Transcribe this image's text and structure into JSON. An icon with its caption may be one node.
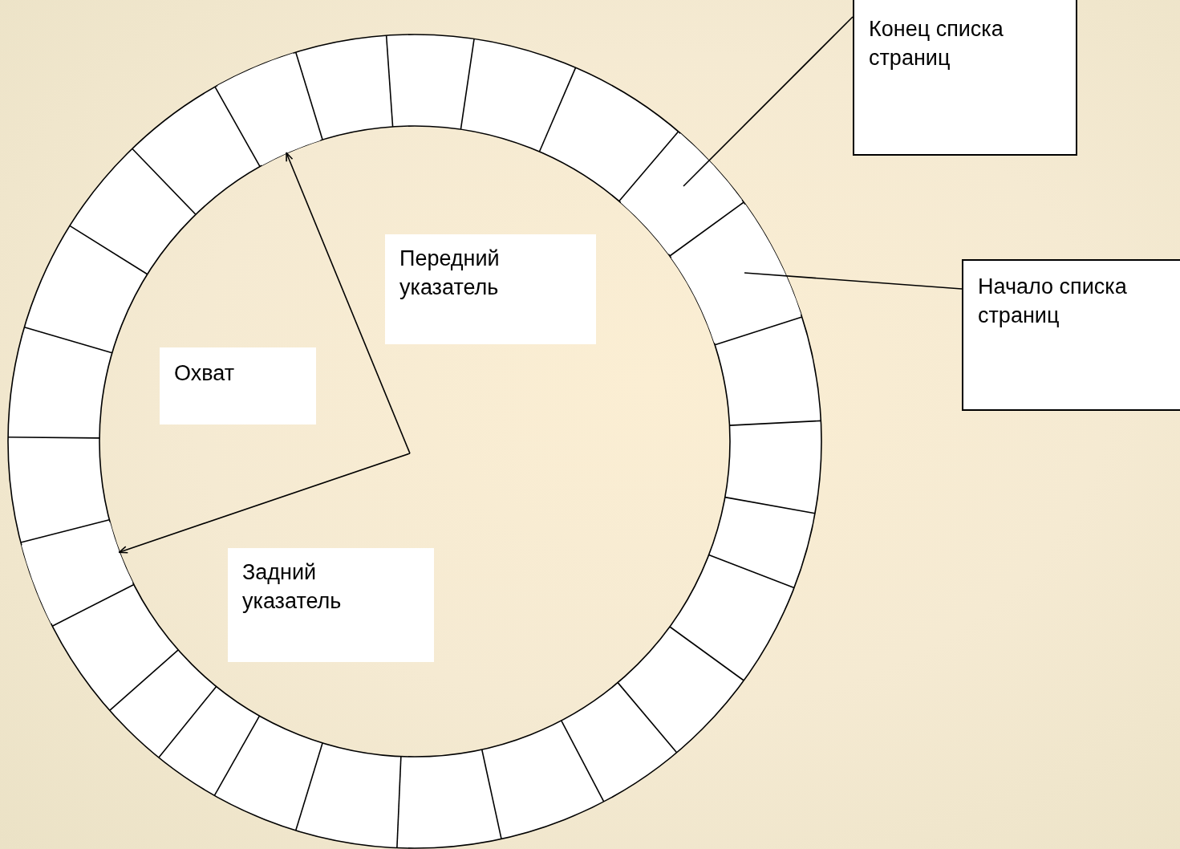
{
  "diagram": {
    "nodes": [
      {
        "text": [],
        "shape": "circle"
      },
      {
        "text": [],
        "shape": "box",
        "in": 0
      },
      {
        "text": [],
        "shape": "box",
        "in": 0
      },
      {
        "text": [],
        "shape": "box",
        "in": 0
      },
      {
        "text": [],
        "shape": "box",
        "in": 0
      },
      {
        "text": [
          "Передний указатель"
        ],
        "in": 0
      },
      {
        "text": [
          "Охват"
        ],
        "in": 0
      },
      {
        "text": [
          "Задний указатель"
        ],
        "in": 0
      },
      {
        "text": [
          "Конец списка страниц"
        ]
      },
      {
        "text": [
          "Начало списка страниц"
        ]
      }
    ],
    "edges": [
      {
        "from": null,
        "to": 2,
        "arrow": "to"
      },
      {
        "from": null,
        "to": 1,
        "arrow": "to"
      },
      {
        "from": 8,
        "to": 3,
        "arrow": "none"
      },
      {
        "from": 9,
        "to": 4,
        "arrow": "none"
      }
    ]
  }
}
